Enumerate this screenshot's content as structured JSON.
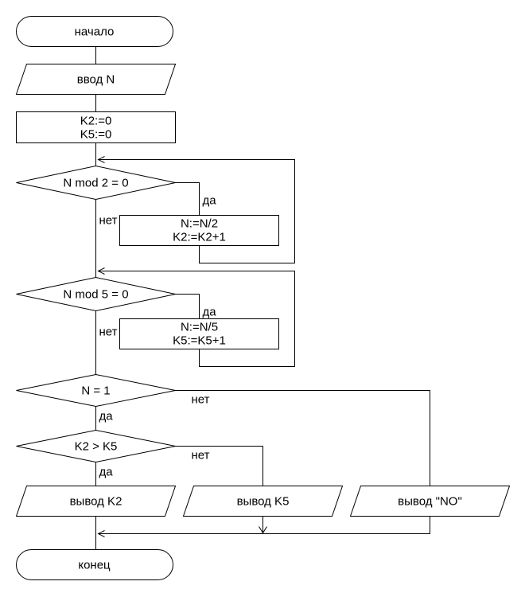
{
  "colors": {
    "background": "#ffffff",
    "stroke": "#000000",
    "text": "#000000"
  },
  "flowchart": {
    "nodes": {
      "start": {
        "type": "terminator",
        "label": "начало"
      },
      "input_n": {
        "type": "io",
        "label": "ввод N"
      },
      "init_counters": {
        "type": "process",
        "line1": "K2:=0",
        "line2": "K5:=0"
      },
      "check_mod2": {
        "type": "decision",
        "label": "N mod 2 = 0"
      },
      "divide_by_2": {
        "type": "process",
        "line1": "N:=N/2",
        "line2": "K2:=K2+1"
      },
      "check_mod5": {
        "type": "decision",
        "label": "N mod 5 = 0"
      },
      "divide_by_5": {
        "type": "process",
        "line1": "N:=N/5",
        "line2": "K5:=K5+1"
      },
      "check_n_equals_1": {
        "type": "decision",
        "label": "N = 1"
      },
      "check_k2_gt_k5": {
        "type": "decision",
        "label": "K2 > K5"
      },
      "output_k2": {
        "type": "io",
        "label": "вывод K2"
      },
      "output_k5": {
        "type": "io",
        "label": "вывод K5"
      },
      "output_no": {
        "type": "io",
        "label": "вывод \"NO\""
      },
      "end": {
        "type": "terminator",
        "label": "конец"
      }
    },
    "branch_labels": {
      "yes": "да",
      "no": "нет"
    }
  }
}
